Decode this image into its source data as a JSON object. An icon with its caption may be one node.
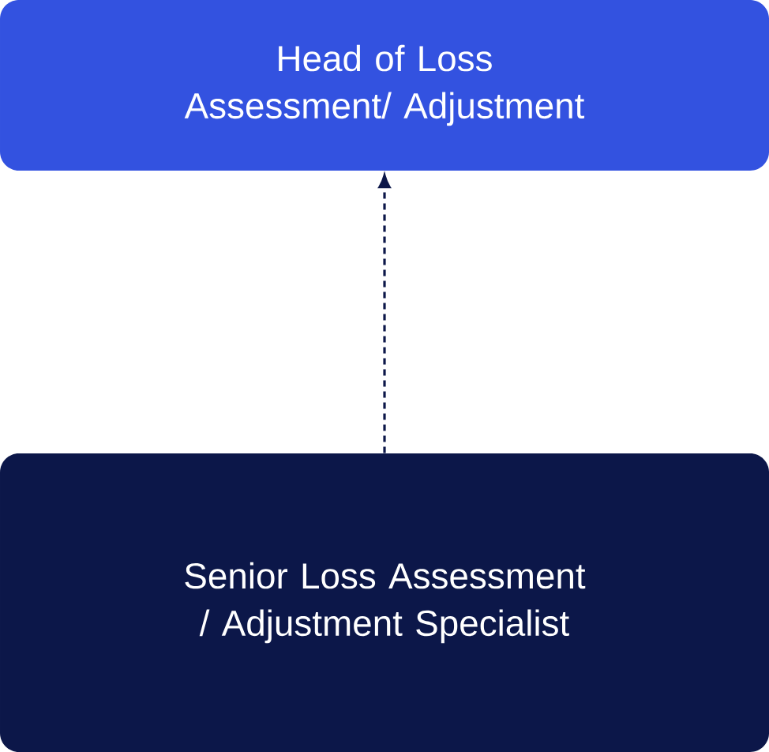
{
  "diagram": {
    "nodes": [
      {
        "text": [
          "Head of Loss Assessment/ Adjustment"
        ]
      },
      {
        "text": [
          "Senior Loss Assessment / Adjustment Specialist"
        ]
      }
    ],
    "edges": [
      {
        "from": 1,
        "to": 0,
        "arrow": "to",
        "style": "dashed"
      }
    ]
  }
}
